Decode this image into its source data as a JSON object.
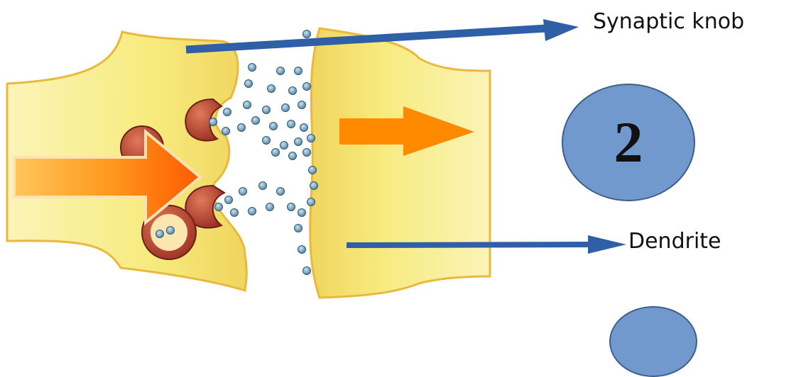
{
  "labels": {
    "synaptic_knob": "Synaptic knob",
    "dendrite": "Dendrite"
  },
  "markers": {
    "circle_number": "2"
  },
  "colors": {
    "membrane": "#f8ec86",
    "membrane_edge": "#e8b93e",
    "vesicle": "#a5362a",
    "neurotransmitter": "#6a9ab5",
    "signal_arrow": "#ff8a00",
    "pointer_arrow": "#2f5fa6",
    "marker_circle": "#7199cd"
  }
}
